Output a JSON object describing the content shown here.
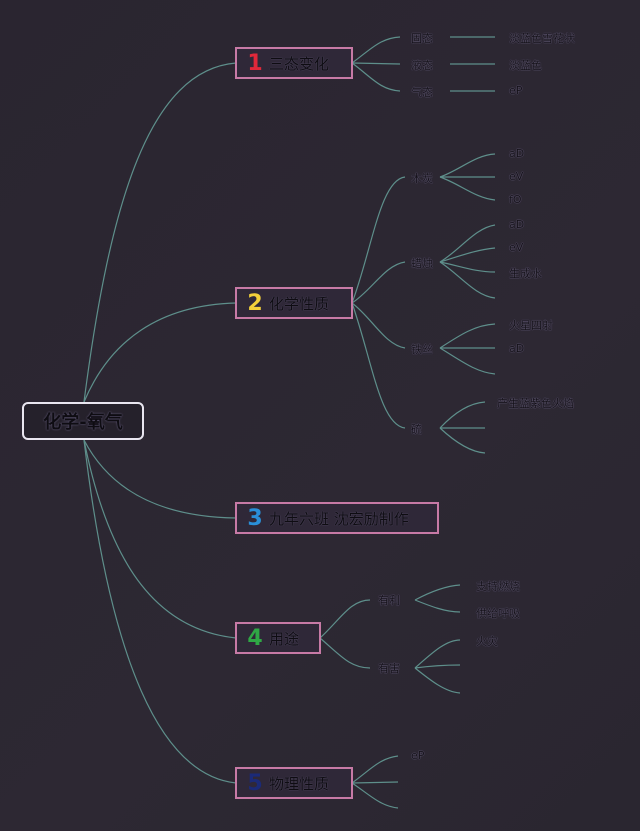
{
  "root": {
    "label": "化学-氧气"
  },
  "colors": {
    "line": "#5e8f8b",
    "border": "#c77aa6",
    "num1": "#e0283a",
    "num2": "#f2cf3a",
    "num3": "#2a8fd8",
    "num4": "#2fa845",
    "num5": "#1b2a78"
  },
  "branches": [
    {
      "num": "1",
      "label": "三态变化"
    },
    {
      "num": "2",
      "label": "化学性质"
    },
    {
      "num": "3",
      "label": "九年六班 沈宏励制作"
    },
    {
      "num": "4",
      "label": "用途"
    },
    {
      "num": "5",
      "label": "物理性质"
    }
  ],
  "states": {
    "items": [
      "固态",
      "液态",
      "气态"
    ],
    "details": [
      "淡蓝色雪花状",
      "淡蓝色",
      "eP"
    ]
  },
  "chemistry": {
    "charcoal": {
      "label": "木炭",
      "leaves": [
        "aD",
        "eV",
        "fO"
      ]
    },
    "candle": {
      "label": "蜡烛",
      "leaves": [
        "aD",
        "eV",
        "生成水"
      ]
    },
    "iron": {
      "label": "铁丝",
      "leaves": [
        "火星四射",
        "aD"
      ]
    },
    "sulfur": {
      "label": "硫",
      "leaves": [
        "产生蓝紫色火焰"
      ]
    }
  },
  "uses": {
    "good": {
      "label": "有利",
      "leaves": [
        "支持燃烧",
        "供给呼吸"
      ]
    },
    "bad": {
      "label": "有害",
      "leaves": [
        "火灾"
      ]
    }
  },
  "physical": {
    "leaves": [
      "eP"
    ]
  }
}
